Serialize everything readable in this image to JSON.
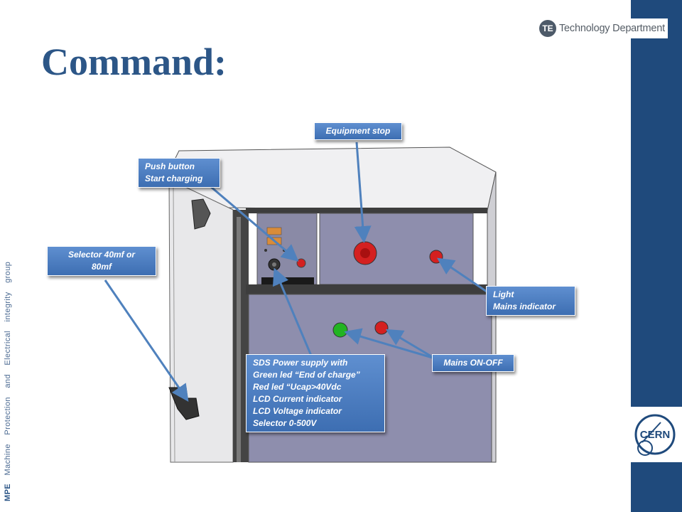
{
  "slide": {
    "title": "Command:"
  },
  "header_logo": {
    "mark": "TE",
    "text": "Technology Department"
  },
  "side_text": {
    "abbrev": "MPE",
    "words": [
      "Machine",
      "Protection",
      "and",
      "Electrical",
      "integrity",
      "group"
    ]
  },
  "cern_logo": {
    "text": "CERN"
  },
  "callouts": {
    "equipment_stop": "Equipment stop",
    "push_button": [
      "Push button",
      "Start charging"
    ],
    "selector": [
      "Selector 40mf or",
      "80mf"
    ],
    "light": [
      "Light",
      "Mains indicator"
    ],
    "mains_onoff": "Mains ON-OFF",
    "sds": [
      "SDS Power supply with",
      "Green led “End of charge”",
      "Red led “Ucap>40Vdc",
      "LCD Current indicator",
      "LCD Voltage indicator",
      "Selector 0-500V"
    ]
  },
  "colors": {
    "title": "#2c5687",
    "sidebar": "#1f4a7c",
    "callout": "#4f81bd",
    "cabinet_panel": "#8e8ead",
    "stop_button": "#d42020",
    "green_led": "#22b422"
  }
}
